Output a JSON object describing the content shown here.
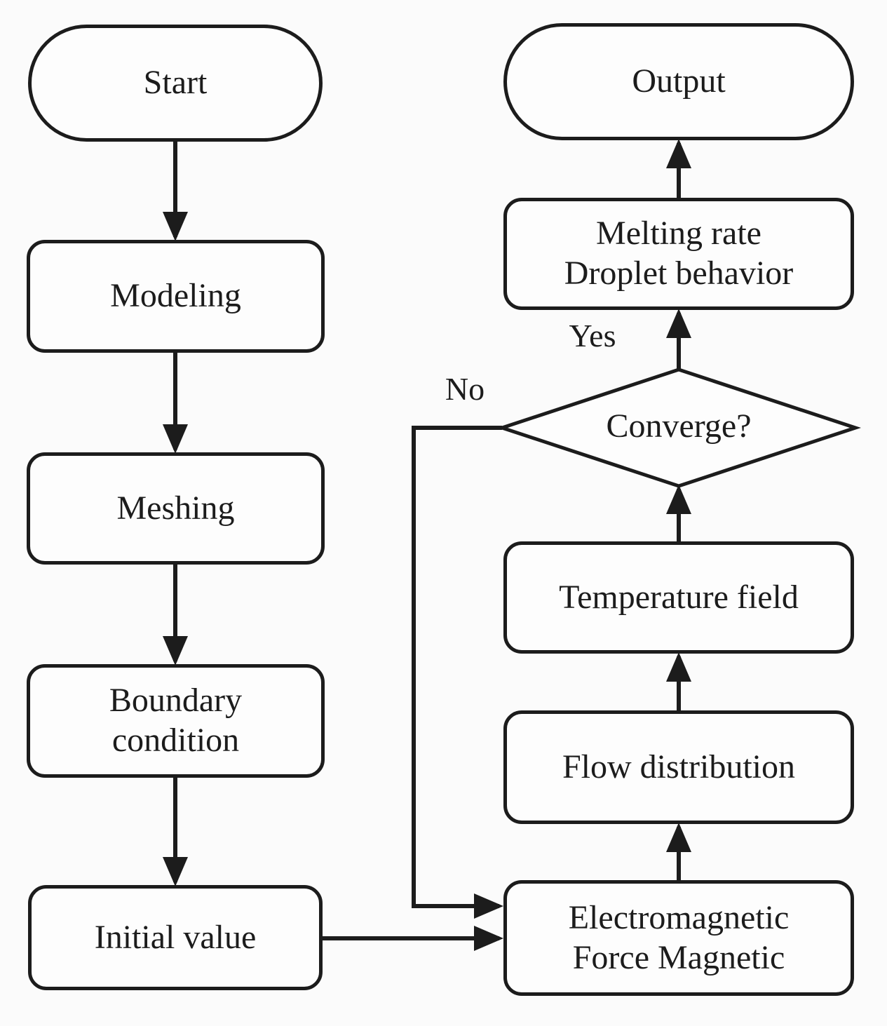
{
  "diagram_type": "flowchart",
  "nodes": {
    "start": {
      "label": "Start",
      "shape": "stadium"
    },
    "modeling": {
      "label": "Modeling",
      "shape": "rounded-rect"
    },
    "meshing": {
      "label": "Meshing",
      "shape": "rounded-rect"
    },
    "boundary": {
      "label": "Boundary\ncondition",
      "shape": "rounded-rect"
    },
    "initial": {
      "label": "Initial value",
      "shape": "rounded-rect"
    },
    "electromagnetic": {
      "label": "Electromagnetic\nForce Magnetic",
      "shape": "rounded-rect"
    },
    "flow": {
      "label": "Flow distribution",
      "shape": "rounded-rect"
    },
    "temperature": {
      "label": "Temperature field",
      "shape": "rounded-rect"
    },
    "converge": {
      "label": "Converge?",
      "shape": "diamond"
    },
    "melting": {
      "label": "Melting rate\nDroplet behavior",
      "shape": "rounded-rect"
    },
    "output": {
      "label": "Output",
      "shape": "stadium"
    }
  },
  "edge_labels": {
    "yes": "Yes",
    "no": "No"
  },
  "edges": [
    {
      "from": "start",
      "to": "modeling",
      "label": ""
    },
    {
      "from": "modeling",
      "to": "meshing",
      "label": ""
    },
    {
      "from": "meshing",
      "to": "boundary",
      "label": ""
    },
    {
      "from": "boundary",
      "to": "initial",
      "label": ""
    },
    {
      "from": "initial",
      "to": "electromagnetic",
      "label": ""
    },
    {
      "from": "electromagnetic",
      "to": "flow",
      "label": ""
    },
    {
      "from": "flow",
      "to": "temperature",
      "label": ""
    },
    {
      "from": "temperature",
      "to": "converge",
      "label": ""
    },
    {
      "from": "converge",
      "to": "melting",
      "label": "Yes"
    },
    {
      "from": "melting",
      "to": "output",
      "label": ""
    },
    {
      "from": "converge",
      "to": "electromagnetic",
      "label": "No"
    }
  ],
  "colors": {
    "stroke": "#1c1c1c",
    "node_fill": "#fdfdfd",
    "background": "#fbfbfb",
    "text": "#1c1c1c"
  }
}
